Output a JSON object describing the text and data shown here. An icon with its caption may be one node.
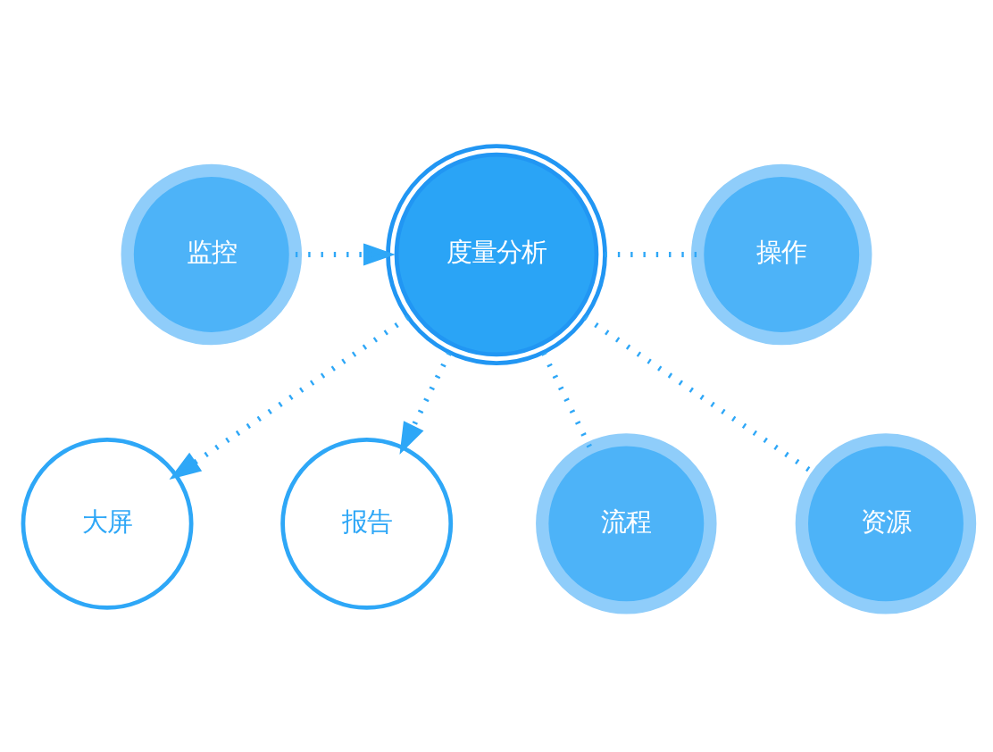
{
  "diagram": {
    "nodes": [
      {
        "text": [
          "大屏"
        ]
      },
      {
        "text": [
          "报告"
        ]
      },
      {
        "text": [
          "度量分析"
        ]
      },
      {
        "text": [
          "监控"
        ]
      },
      {
        "text": [
          "操作"
        ]
      },
      {
        "text": [
          "流程"
        ]
      },
      {
        "text": [
          "资源"
        ]
      }
    ],
    "edges": [
      {
        "from": 2,
        "to": 0,
        "arrow": "to",
        "style": "dashed"
      },
      {
        "from": 2,
        "to": 1,
        "arrow": "to",
        "style": "dashed"
      },
      {
        "from": 3,
        "to": 2,
        "arrow": "to",
        "style": "dashed"
      },
      {
        "from": 2,
        "to": 4,
        "arrow": "none",
        "style": "dashed"
      },
      {
        "from": 2,
        "to": 5,
        "arrow": "none",
        "style": "dashed"
      },
      {
        "from": 2,
        "to": 6,
        "arrow": "none",
        "style": "dashed"
      }
    ]
  }
}
